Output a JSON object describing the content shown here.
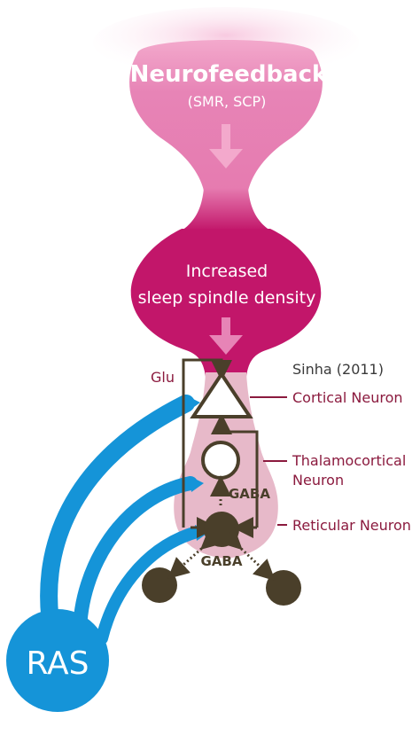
{
  "top_box": {
    "title": "Neurofeedback",
    "subtitle": "(SMR, SCP)"
  },
  "middle_box": {
    "line1": "Increased",
    "line2": "sleep spindle density"
  },
  "citation": "Sinha (2011)",
  "labels": {
    "glu": "Glu",
    "gaba_upper": "GABA",
    "gaba_lower": "GABA",
    "cortical": "Cortical Neuron",
    "thalamo_line1": "Thalamocortical",
    "thalamo_line2": "Neuron",
    "reticular": "Reticular Neuron",
    "ras": "RAS"
  },
  "colors": {
    "top_pink": "#E784B6",
    "magenta": "#C2166A",
    "pale_pink": "#E7B9C9",
    "ras_blue": "#1594D8",
    "dark_brown": "#4A3F2A",
    "label_maroon": "#8B1A3E"
  }
}
